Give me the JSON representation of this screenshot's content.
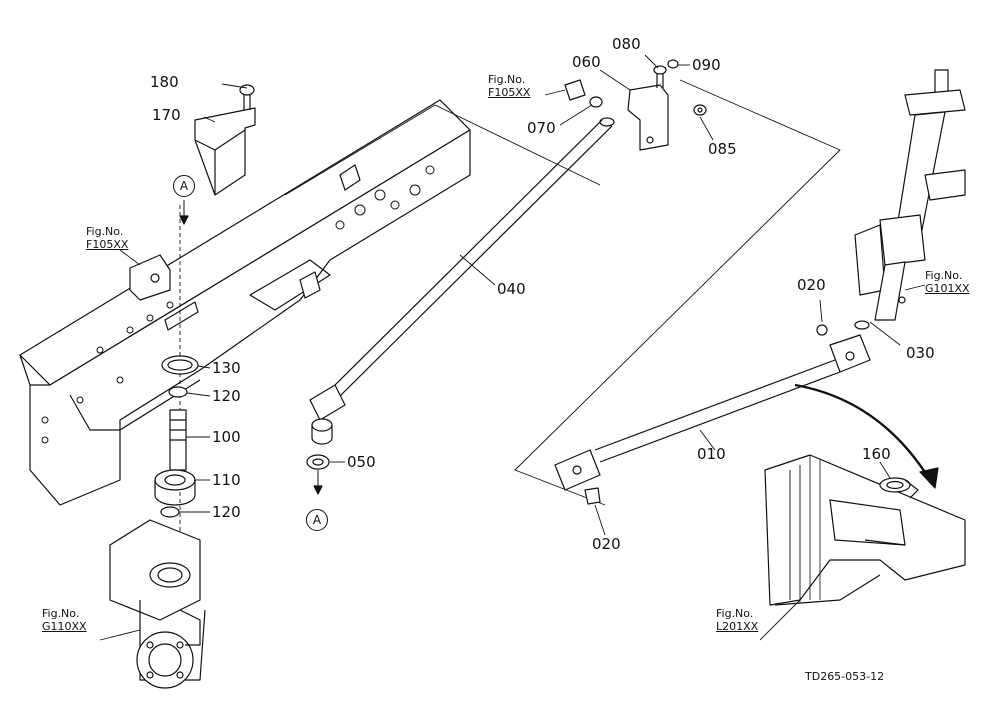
{
  "part_labels": {
    "p180": "180",
    "p170": "170",
    "p130": "130",
    "p120a": "120",
    "p100": "100",
    "p110": "110",
    "p120b": "120",
    "p060": "060",
    "p080": "080",
    "p090": "090",
    "p070": "070",
    "p085": "085",
    "p040": "040",
    "p050": "050",
    "p020a": "020",
    "p030": "030",
    "p010": "010",
    "p020b": "020",
    "p160": "160"
  },
  "fig_refs": {
    "f105_left": {
      "line1": "Fig.No.",
      "line2": "F105XX"
    },
    "f105_top": {
      "line1": "Fig.No.",
      "line2": "F105XX"
    },
    "g101": {
      "line1": "Fig.No.",
      "line2": "G101XX"
    },
    "g110": {
      "line1": "Fig.No.",
      "line2": "G110XX"
    },
    "l201": {
      "line1": "Fig.No.",
      "line2": "L201XX"
    }
  },
  "markers": {
    "a_top": "A",
    "a_bottom": "A"
  },
  "drawing_code": "TD265-053-12"
}
